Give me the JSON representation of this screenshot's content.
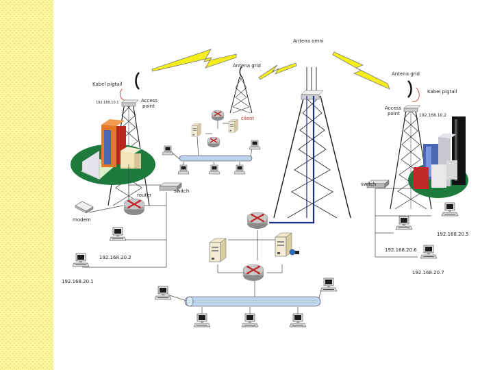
{
  "labels": {
    "antena_omni": "Antena omni",
    "antena_grid_center": "Antena grid",
    "antena_grid_right": "Antena grid",
    "kabel_pigtail_left": "Kabel pigtail",
    "kabel_pigtail_right": "Kabel pigtail",
    "ap_ip_left": "192.168.10.1",
    "ap_left": "Access point",
    "ap_right": "Access point",
    "ap_ip_right": "192.168.10.2",
    "client": "client",
    "switch_left": "switch",
    "switch_right": "switch",
    "router": "router",
    "modem": "modem",
    "ip_left_1": "192.168.20.2",
    "ip_left_2": "192.168.20.1",
    "ip_right_1": "192.168.20.5",
    "ip_right_2": "192.168.20.6",
    "ip_right_3": "192.168.20.7"
  },
  "colors": {
    "side_strip": "#fbf7a0",
    "lightning": "#f5ee1a",
    "bus_cable": "#bcd3ee",
    "backbone": "#1a2a8c",
    "router": "#b2b2b2",
    "router_arrows": "#c0282a",
    "grass": "#1f7a3e"
  }
}
